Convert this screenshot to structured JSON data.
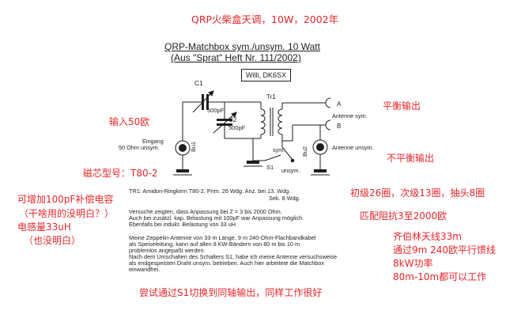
{
  "annotations": {
    "top_title": "QRP火柴盒天调，10W，2002年",
    "input": "输入50欧",
    "balanced_out": "平衡输出",
    "unbalanced_out": "不平衡输出",
    "core": "磁芯型号：T80-2",
    "cap_note_1": "可增加100pF补偿电容",
    "cap_note_2": "（干啥用的没明白？）",
    "inductance": "电感量33uH",
    "not_understood": "（也没明白）",
    "turns": "初级26圈，次级13圈，抽头8圈",
    "impedance": "匹配阻抗3至2000欧",
    "zepp_1": "齐伯林天线33m",
    "zepp_2": "通过9m 240欧平行馈线",
    "power": "8kW功率",
    "bands": "80m-10m都可以工作",
    "coax_try": "尝试通过S1切换到同轴输出，同样工作很好"
  },
  "header": {
    "title_line1": "QRP-Matchbox sym./unsym. 10 Watt",
    "title_line2": "(Aus \"Sprat\" Heft Nr. 111/2002)",
    "author": "Willi, DK6SX"
  },
  "schematic": {
    "c1": "C1",
    "c1_value": "500pF",
    "c2": "C2",
    "c2_value": "500pF",
    "tr1": "Tr1",
    "term_a": "A",
    "term_b": "B",
    "antenne_sym": "Antenne sym.",
    "antenne_unsym": "Antenne unsym.",
    "eingang": "Eingang",
    "eingang_ohm": "50 Ohm unsym.",
    "bu1": "Bu1",
    "bu2": "Bu2",
    "sym_label": "sym.",
    "unsym_label": "unsym.",
    "s1": "S1"
  },
  "body_text": {
    "tr1_line1": "TR1: Amidon-Ringkern T80-2. Prim. 26 Wdg. Anz. bei 13. Wdg.",
    "tr1_line2": "Sek. 8 Wdg.",
    "p1_l1": "Versuche zeigten, dass Anpassung bei Z = 3 bis 2000 Ohm.",
    "p1_l2": "Auch bei zusätzl. kap. Belastung mit 100pF war Anpassung möglich.",
    "p1_l3": "Ebenfalls bei indukt. Belastung von 33 uH.",
    "p2_l1": "Meine Zeppelin-Antenne von 33 m Länge, 9 m 240-Ohm-Flachbandkabel",
    "p2_l2": "als Speiseleitung, kann auf allen 8 KW-Bändern von 80 m bis 10 m",
    "p2_l3": "problemlos angepaßt werden.",
    "p2_l4": "Nach dem Umschalten des Schalters S1, habe ich meine Antenne versuchsweise",
    "p2_l5": "als endgespeisten Draht unsym. betrieben. Auch hier arbeitete die Matchbox",
    "p2_l6": "einwandfrei."
  },
  "colors": {
    "annotation": "#e8262b",
    "ink": "#1e1e1e"
  }
}
